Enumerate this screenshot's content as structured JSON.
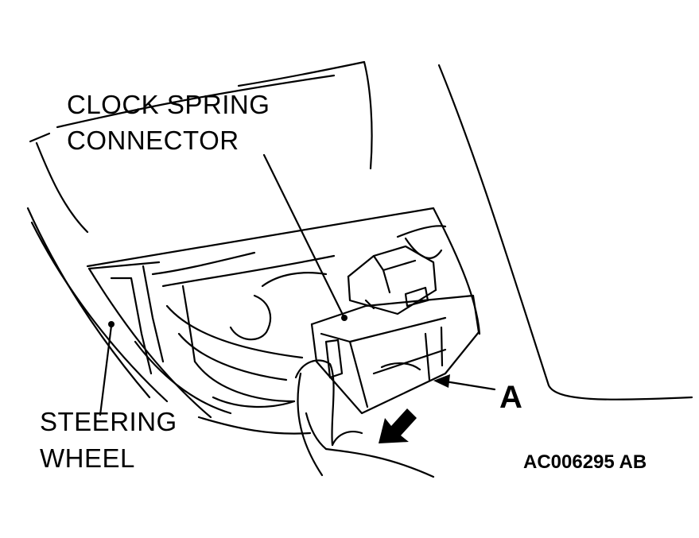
{
  "labels": {
    "clock_spring_line1": "CLOCK SPRING",
    "clock_spring_line2": "CONNECTOR",
    "steering_line1": "STEERING",
    "steering_line2": "WHEEL",
    "callout_a": "A",
    "figure_code": "AC006295 AB"
  },
  "colors": {
    "ink": "#000000",
    "paper": "#ffffff"
  },
  "icons": {
    "pull_direction": "arrow-down-left-icon"
  }
}
